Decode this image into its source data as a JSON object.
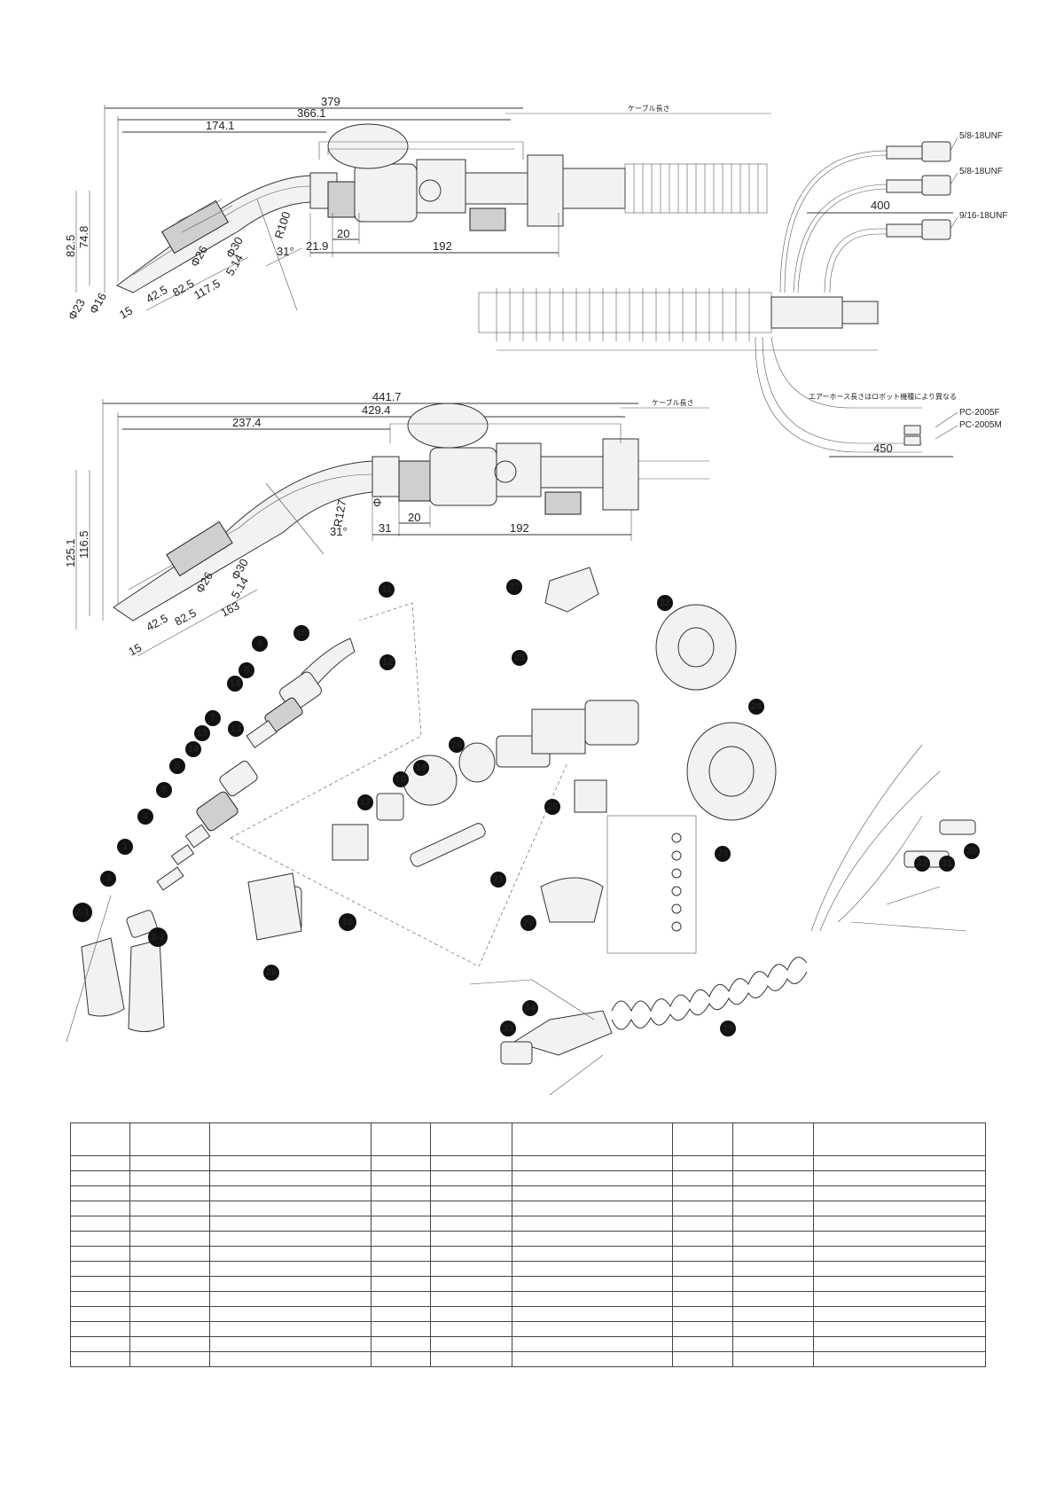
{
  "top_view": {
    "dims": [
      "379",
      "366.1",
      "174.1",
      "82.5",
      "74.8",
      "R100",
      "21.9",
      "20",
      "192",
      "Φ26",
      "Φ30",
      "5.14",
      "42.5",
      "82.5",
      "117.5",
      "15",
      "Φ16",
      "Φ23",
      "31°"
    ],
    "cable_length_note": "ケーブル長さ"
  },
  "bottom_view": {
    "dims": [
      "441.7",
      "429.4",
      "237.4",
      "125.1",
      "116.5",
      "R127",
      "Φ21",
      "20",
      "31",
      "192",
      "Φ26",
      "Φ30",
      "5.14",
      "42.5",
      "82.5",
      "163",
      "15",
      "31°"
    ],
    "cable_length_note": "ケーブル長さ"
  },
  "cable_view": {
    "connectors": [
      "5/8-18UNF",
      "5/8-18UNF",
      "9/16-18UNF",
      "PC-2005F",
      "PC-2005M"
    ],
    "dims": [
      "400",
      "450"
    ],
    "air_hose_note": "エアーホース長さはロボット機種により異なる"
  },
  "parts_callouts": [
    "1",
    "2-1",
    "2-2",
    "3",
    "4",
    "5",
    "6",
    "7",
    "8",
    "9",
    "10",
    "11",
    "12",
    "13",
    "14",
    "14",
    "15",
    "16",
    "17",
    "18",
    "19",
    "20",
    "21",
    "22",
    "23",
    "24",
    "25",
    "26",
    "27",
    "27",
    "28",
    "29",
    "30",
    "31",
    "32",
    "33",
    "34"
  ],
  "parts_table": {
    "columns": 9,
    "rows": 15
  }
}
